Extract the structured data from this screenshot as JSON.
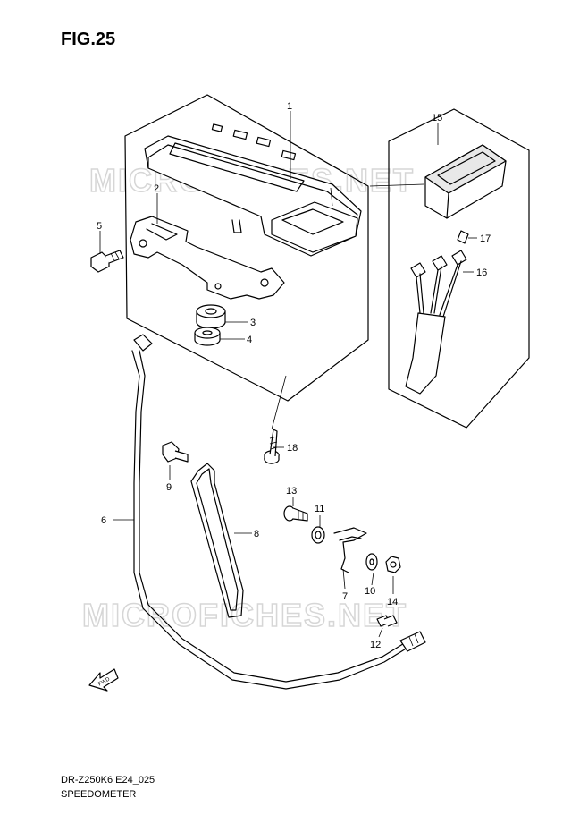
{
  "figure": {
    "title": "FIG.25",
    "document_code": "DR-Z250K6 E24_025",
    "document_name": "SPEEDOMETER"
  },
  "watermark": {
    "text": "MICROFICHES.NET"
  },
  "callouts": [
    {
      "id": "p1",
      "label": "1"
    },
    {
      "id": "p2",
      "label": "2"
    },
    {
      "id": "p3",
      "label": "3"
    },
    {
      "id": "p4",
      "label": "4"
    },
    {
      "id": "p5",
      "label": "5"
    },
    {
      "id": "p6",
      "label": "6"
    },
    {
      "id": "p7",
      "label": "7"
    },
    {
      "id": "p8",
      "label": "8"
    },
    {
      "id": "p9",
      "label": "9"
    },
    {
      "id": "p10",
      "label": "10"
    },
    {
      "id": "p11",
      "label": "11"
    },
    {
      "id": "p12",
      "label": "12"
    },
    {
      "id": "p13",
      "label": "13"
    },
    {
      "id": "p14",
      "label": "14"
    },
    {
      "id": "p15",
      "label": "15"
    },
    {
      "id": "p16",
      "label": "16"
    },
    {
      "id": "p17",
      "label": "17"
    },
    {
      "id": "p18",
      "label": "18"
    }
  ],
  "fwd_arrow": {
    "label": "FWD"
  }
}
